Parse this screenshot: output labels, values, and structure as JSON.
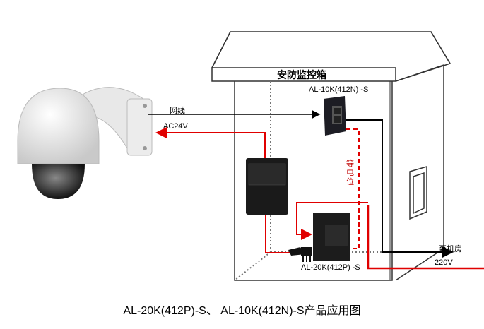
{
  "cabinet_title": "安防监控箱",
  "devices": {
    "poe_receiver": "AL-10K(412N) -S",
    "poe_source": "AL-20K(412P) -S"
  },
  "labels": {
    "network_cable": "网线",
    "ac24v": "AC24V",
    "equipotential": "等\n电\n位",
    "to_control_room": "至机房",
    "mains": "220V"
  },
  "caption": "AL-20K(412P)-S、 AL-10K(412N)-S产品应用图",
  "colors": {
    "power_line": "#e00000",
    "signal_line": "#000000",
    "equipotential_line": "#e00000"
  }
}
